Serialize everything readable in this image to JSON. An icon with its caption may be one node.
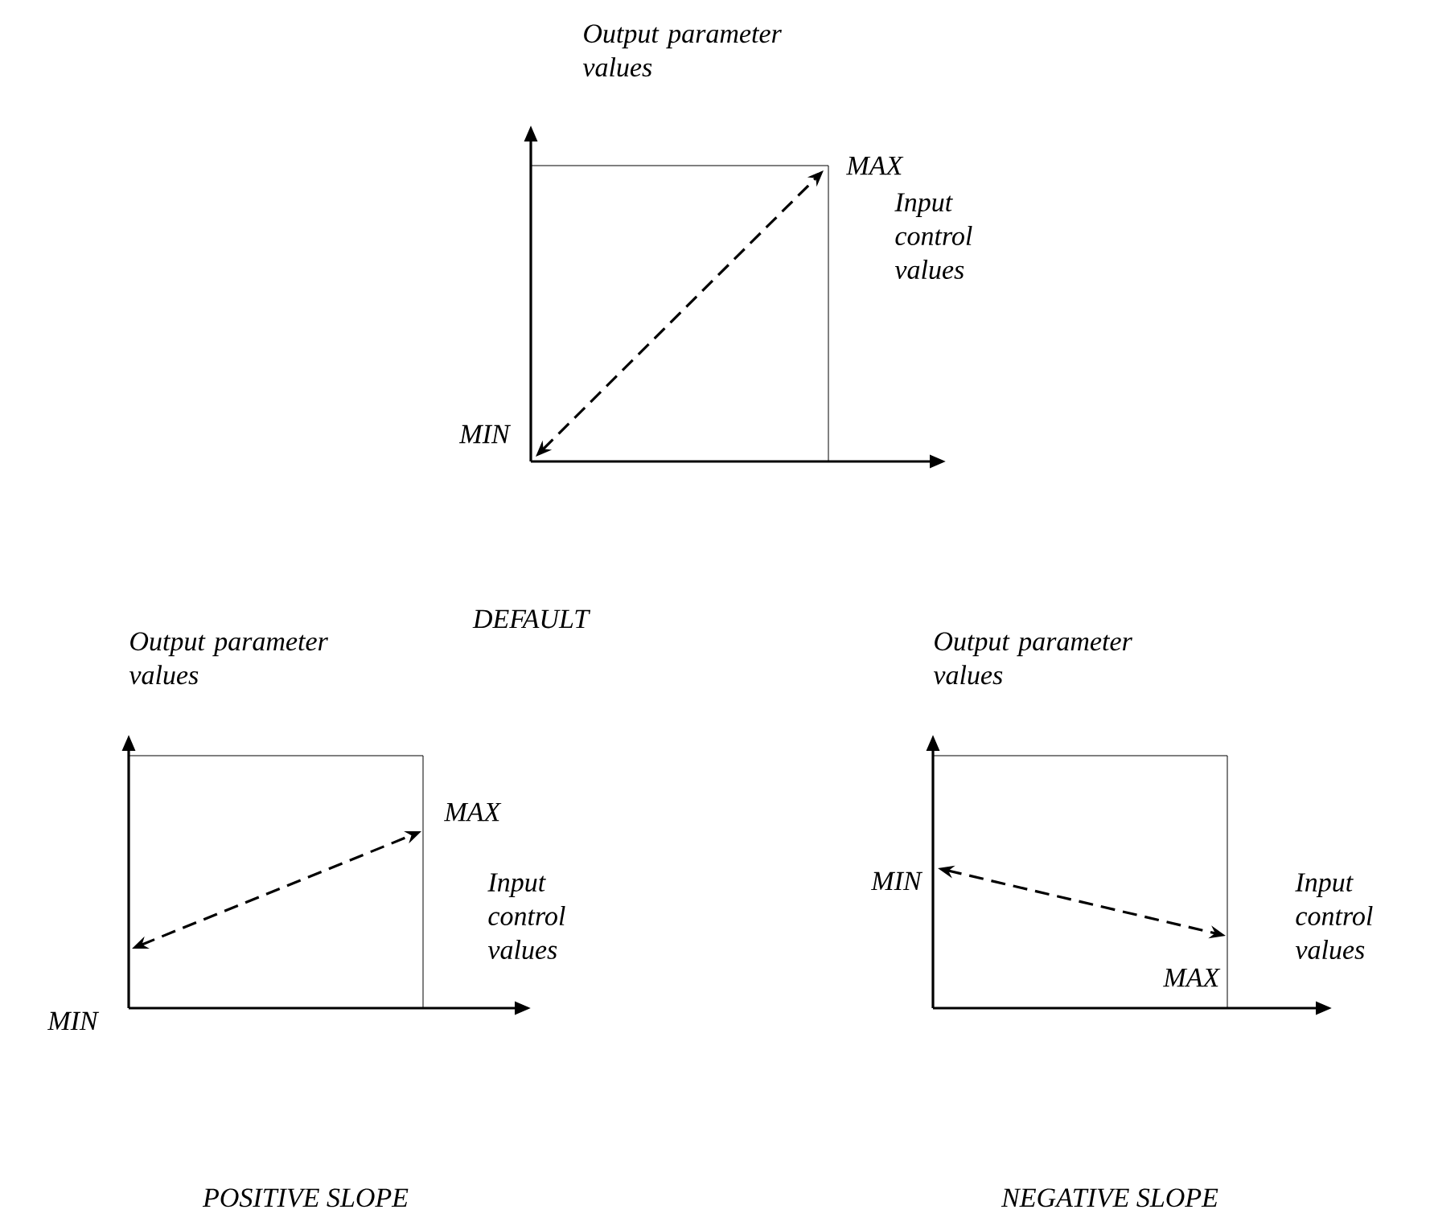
{
  "diagram": {
    "nodes": [
      {
        "text": [
          "MAX"
        ]
      },
      {
        "text": [
          "MIN"
        ]
      },
      {
        "text": [
          "MAX"
        ]
      },
      {
        "text": [
          "MIN"
        ]
      },
      {
        "text": [
          "MIN"
        ]
      },
      {
        "text": [
          "MAX"
        ]
      }
    ],
    "edges": [
      {
        "from": 1,
        "to": 0,
        "arrow": "both",
        "style": "dashed"
      },
      {
        "from": 3,
        "to": 2,
        "arrow": "both",
        "style": "dashed"
      },
      {
        "from": 4,
        "to": 5,
        "arrow": "both",
        "style": "dashed"
      }
    ],
    "labels": [
      "Output parameter values",
      "Input control values",
      "DEFAULT",
      "Output parameter values",
      "Output parameter values",
      "Input control values",
      "Input control values",
      "POSITIVE SLOPE",
      "NEGATIVE SLOPE"
    ]
  }
}
